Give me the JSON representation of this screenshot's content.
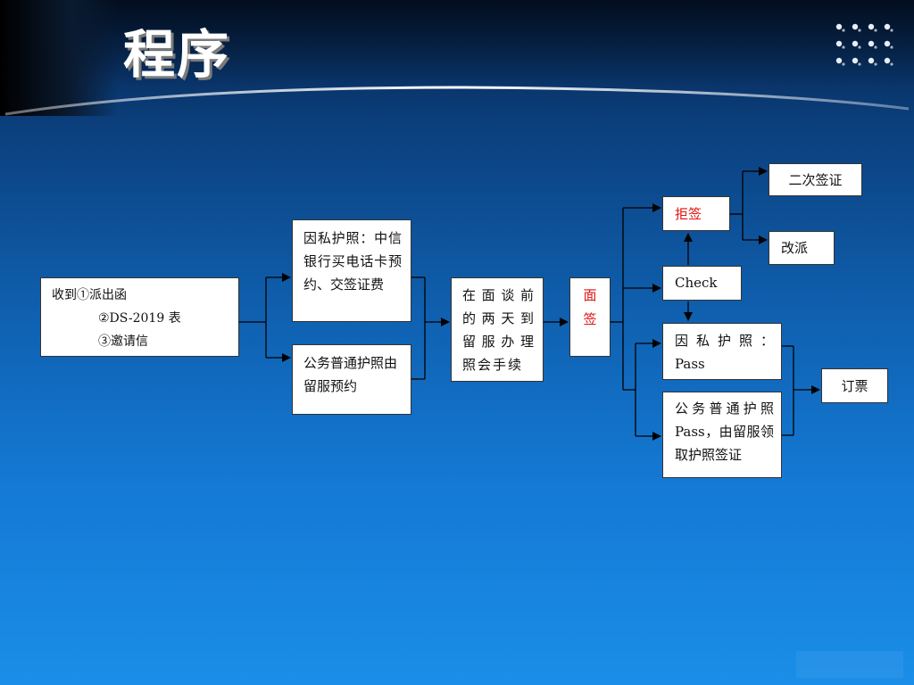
{
  "slide": {
    "title": "程序"
  },
  "flow": {
    "receive": {
      "line1": "收到①派出函",
      "line2": "②DS-2019 表",
      "line3": "③邀请信"
    },
    "private_passport": "因私护照：中信银行买电话卡预约、交签证费",
    "official_passport": "公务普通护照由留服预约",
    "two_days_before": "在面谈前的两天到留服办理照会手续",
    "interview": "面签",
    "check": "Check",
    "refused": "拒签",
    "second_visa": "二次签证",
    "reassign": "改派",
    "private_pass": "因 私 护 照 ：Pass",
    "official_pass": "公务普通护照 Pass，由留服领取护照签证",
    "book_ticket": "订票"
  },
  "colors": {
    "bg_top": "#061f44",
    "bg_bottom": "#1a8ee8",
    "highlight_red": "#e01010",
    "box_fill": "#ffffff"
  }
}
